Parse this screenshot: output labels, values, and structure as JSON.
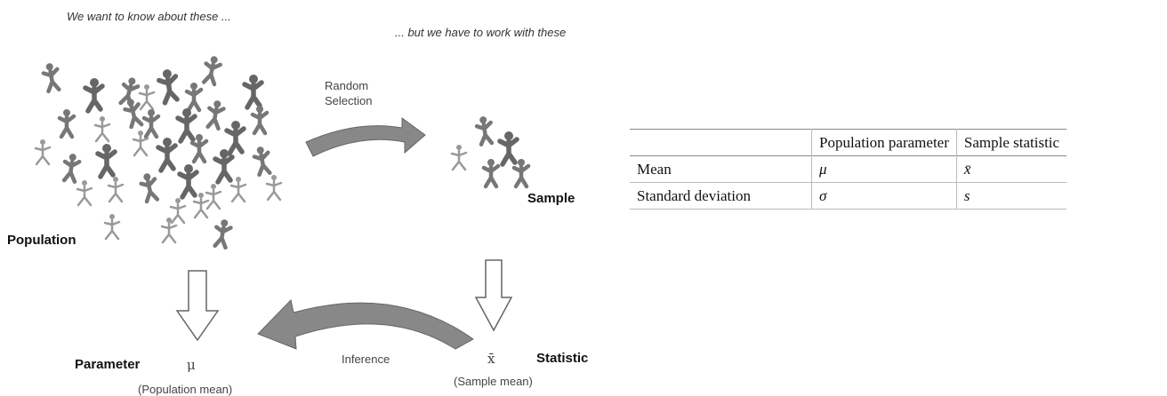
{
  "captions": {
    "want": "We want to know about these ...",
    "have": "... but we have to work with these"
  },
  "labels": {
    "random_selection_line1": "Random",
    "random_selection_line2": "Selection",
    "population": "Population",
    "sample": "Sample",
    "inference": "Inference",
    "parameter": "Parameter",
    "parameter_symbol": "μ",
    "parameter_desc": "(Population mean)",
    "statistic": "Statistic",
    "statistic_symbol": "x̄",
    "statistic_desc": "(Sample mean)"
  },
  "table": {
    "headers": [
      "",
      "Population parameter",
      "Sample statistic"
    ],
    "rows": [
      [
        "Mean",
        "μ",
        "x̄"
      ],
      [
        "Standard deviation",
        "σ",
        "s"
      ]
    ]
  },
  "colors": {
    "arrow_fill": "#888888",
    "figure": "#777777",
    "table_rule": "#888888"
  }
}
